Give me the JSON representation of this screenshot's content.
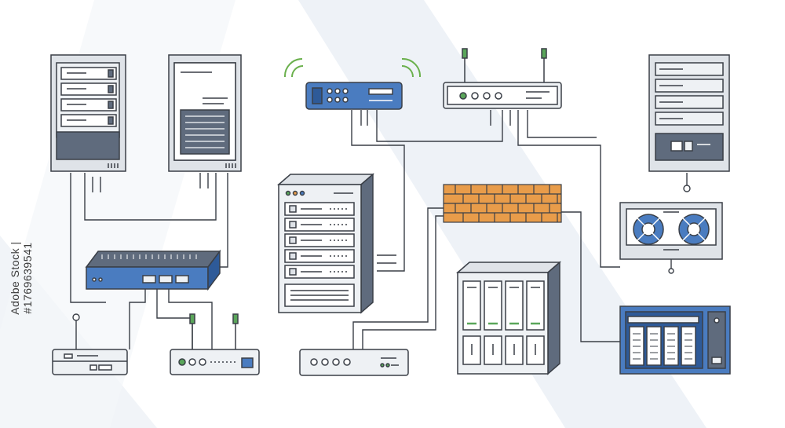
{
  "stock_id": {
    "brand": "Adobe Stock",
    "separator": " | ",
    "number": "#1769639541"
  },
  "watermark": {
    "text": "Adobe Stock"
  },
  "colors": {
    "outline": "#3a3f47",
    "device_gray": "#dfe3e8",
    "device_light": "#eef1f4",
    "device_dark": "#5f6b7d",
    "accent_blue": "#4a7cc0",
    "accent_blue_dark": "#2e5a98",
    "wifi_green": "#6ab04c",
    "led_green": "#5aa65a",
    "firewall_orange": "#e89c4a",
    "background_band": "#e9eef5"
  },
  "devices": [
    {
      "name": "tower-server-left",
      "icon": "tower-server"
    },
    {
      "name": "tower-server-document",
      "icon": "document-server"
    },
    {
      "name": "wifi-router-blue",
      "icon": "wifi-router"
    },
    {
      "name": "router-two-antenna-top",
      "icon": "router"
    },
    {
      "name": "storage-server-right",
      "icon": "storage-server"
    },
    {
      "name": "network-switch-blue",
      "icon": "switch"
    },
    {
      "name": "rack-server-center",
      "icon": "rack-server"
    },
    {
      "name": "firewall-brick",
      "icon": "firewall"
    },
    {
      "name": "tape-drive",
      "icon": "tape-drive"
    },
    {
      "name": "nas-storage",
      "icon": "nas"
    },
    {
      "name": "disk-array-blue",
      "icon": "disk-array"
    },
    {
      "name": "modem-small",
      "icon": "modem"
    },
    {
      "name": "router-two-antenna-bottom",
      "icon": "router"
    },
    {
      "name": "network-hub-bottom",
      "icon": "hub"
    }
  ]
}
